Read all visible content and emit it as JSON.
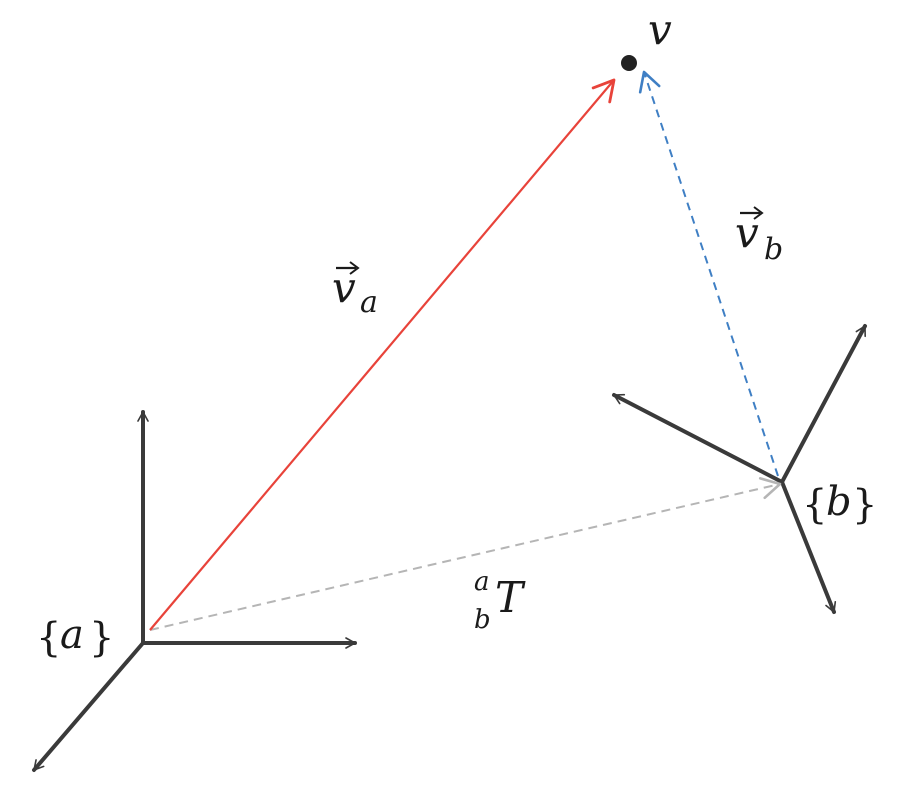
{
  "labels": {
    "point_v": "v",
    "vec_va_base": "v",
    "vec_va_sub": "a",
    "vec_vb_base": "v",
    "vec_vb_sub": "b",
    "transform_base": "T",
    "transform_sup": "a",
    "transform_sub": "b",
    "frame_a_open": "{",
    "frame_a_letter": "a",
    "frame_a_close": "}",
    "frame_b_open": "{",
    "frame_b_letter": "b",
    "frame_b_close": "}"
  },
  "colors": {
    "axes": "#3a3a3a",
    "vector_a": "#e8433a",
    "vector_b": "#3f7fc4",
    "transform": "#b5b5b5",
    "point": "#222222"
  }
}
